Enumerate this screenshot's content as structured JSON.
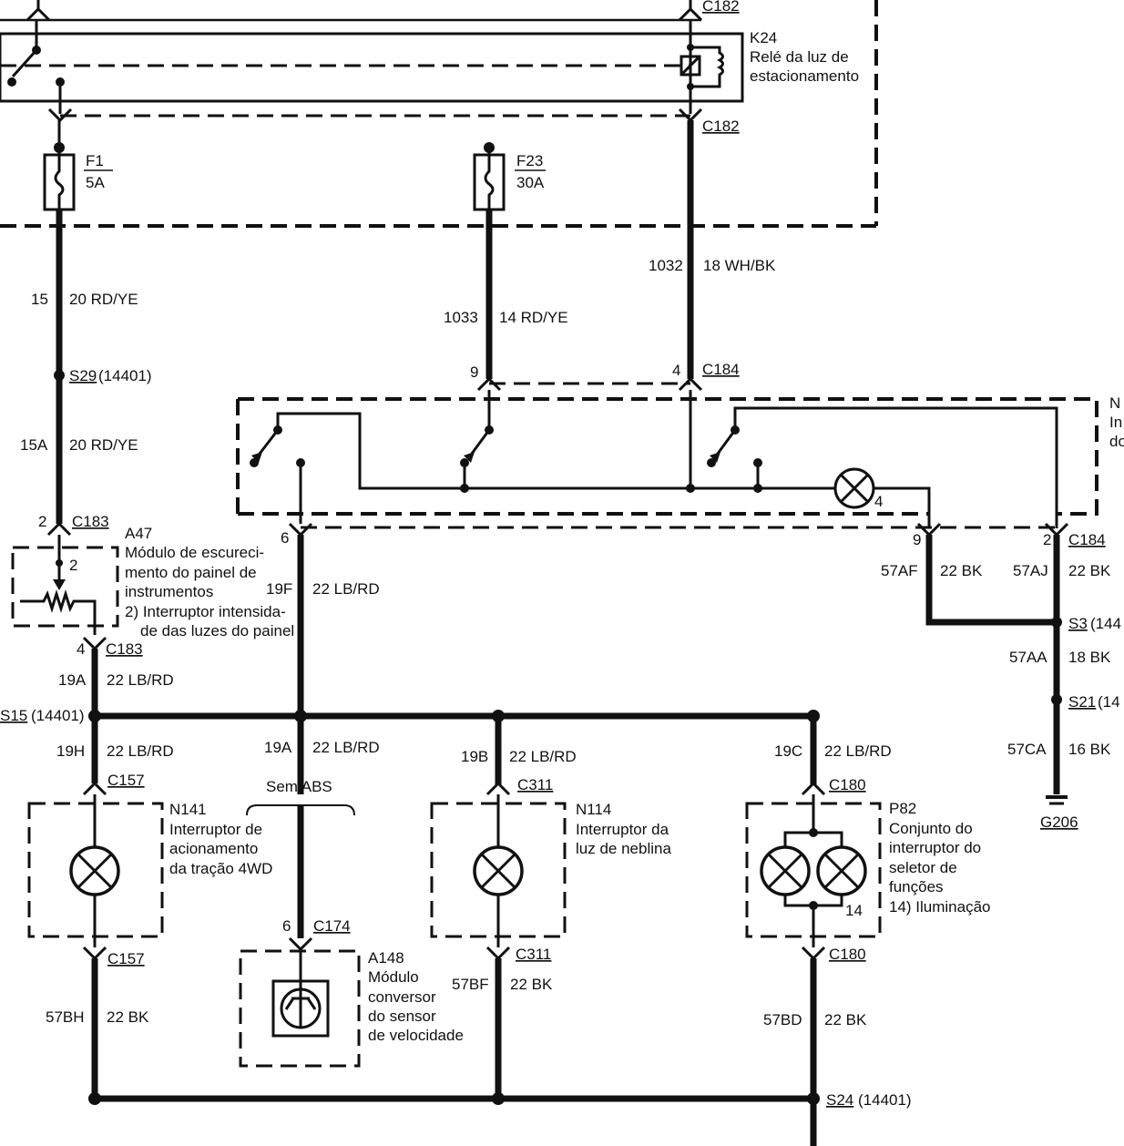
{
  "relay": {
    "id": "K24",
    "line1": "Relé da luz de",
    "line2": "estacionamento",
    "connector": "C182"
  },
  "fuses": [
    {
      "id": "F1",
      "rating": "5A"
    },
    {
      "id": "F23",
      "rating": "30A"
    }
  ],
  "wires": {
    "w1": {
      "circuit": "15",
      "spec": "20 RD/YE"
    },
    "w2": {
      "circuit": "15A",
      "spec": "20 RD/YE"
    },
    "w3": {
      "circuit": "1033",
      "spec": "14 RD/YE"
    },
    "w4": {
      "circuit": "1032",
      "spec": "18 WH/BK"
    },
    "w5": {
      "circuit": "19F",
      "spec": "22 LB/RD"
    },
    "w6": {
      "circuit": "19A",
      "spec": "22 LB/RD"
    },
    "w7": {
      "circuit": "19H",
      "spec": "22 LB/RD"
    },
    "w8": {
      "circuit": "19A",
      "spec": "22 LB/RD"
    },
    "w9": {
      "circuit": "19B",
      "spec": "22 LB/RD"
    },
    "w10": {
      "circuit": "19C",
      "spec": "22 LB/RD"
    },
    "w11": {
      "circuit": "57AF",
      "spec": "22 BK"
    },
    "w12": {
      "circuit": "57AJ",
      "spec": "22 BK"
    },
    "w13": {
      "circuit": "57AA",
      "spec": "18 BK"
    },
    "w14": {
      "circuit": "57CA",
      "spec": "16 BK"
    },
    "w15": {
      "circuit": "57BH",
      "spec": "22 BK"
    },
    "w16": {
      "circuit": "57BF",
      "spec": "22 BK"
    },
    "w17": {
      "circuit": "57BD",
      "spec": "22 BK"
    }
  },
  "splices": {
    "s29": {
      "id": "S29",
      "part": "(14401)"
    },
    "s15": {
      "id": "S15",
      "part": "(14401)"
    },
    "s3": {
      "id": "S3",
      "part": "(144"
    },
    "s21": {
      "id": "S21",
      "part": "(14"
    },
    "s24": {
      "id": "S24",
      "part": "(14401)"
    }
  },
  "connectors": {
    "c184": "C184",
    "c183": "C183",
    "c157": "C157",
    "c174": "C174",
    "c311": "C311",
    "c180": "C180"
  },
  "pins": {
    "p9": "9",
    "p4": "4",
    "p2": "2",
    "p6": "6",
    "p4b": "4",
    "p9b": "9",
    "p2b": "2",
    "p6b": "6",
    "lamp4": "4",
    "a47pin": "2",
    "p82pin": "14"
  },
  "ground": "G206",
  "module_n_partial": {
    "l1": "N",
    "l2": "In",
    "l3": "do"
  },
  "modules": {
    "a47": {
      "id": "A47",
      "l1": "Módulo de escureci-",
      "l2": "mento do painel de",
      "l3": "instrumentos",
      "l4": "2) Interruptor intensida-",
      "l5": "de das luzes do painel"
    },
    "n141": {
      "id": "N141",
      "l1": "Interruptor de",
      "l2": "acionamento",
      "l3": "da tração 4WD"
    },
    "a148": {
      "id": "A148",
      "l1": "Módulo",
      "l2": "conversor",
      "l3": "do sensor",
      "l4": "de velocidade"
    },
    "n114": {
      "id": "N114",
      "l1": "Interruptor da",
      "l2": "luz de neblina"
    },
    "p82": {
      "id": "P82",
      "l1": "Conjunto do",
      "l2": "interruptor do",
      "l3": "seletor de",
      "l4": "funções",
      "l5": "14) Iluminação"
    }
  },
  "sem_abs": "Sem ABS"
}
